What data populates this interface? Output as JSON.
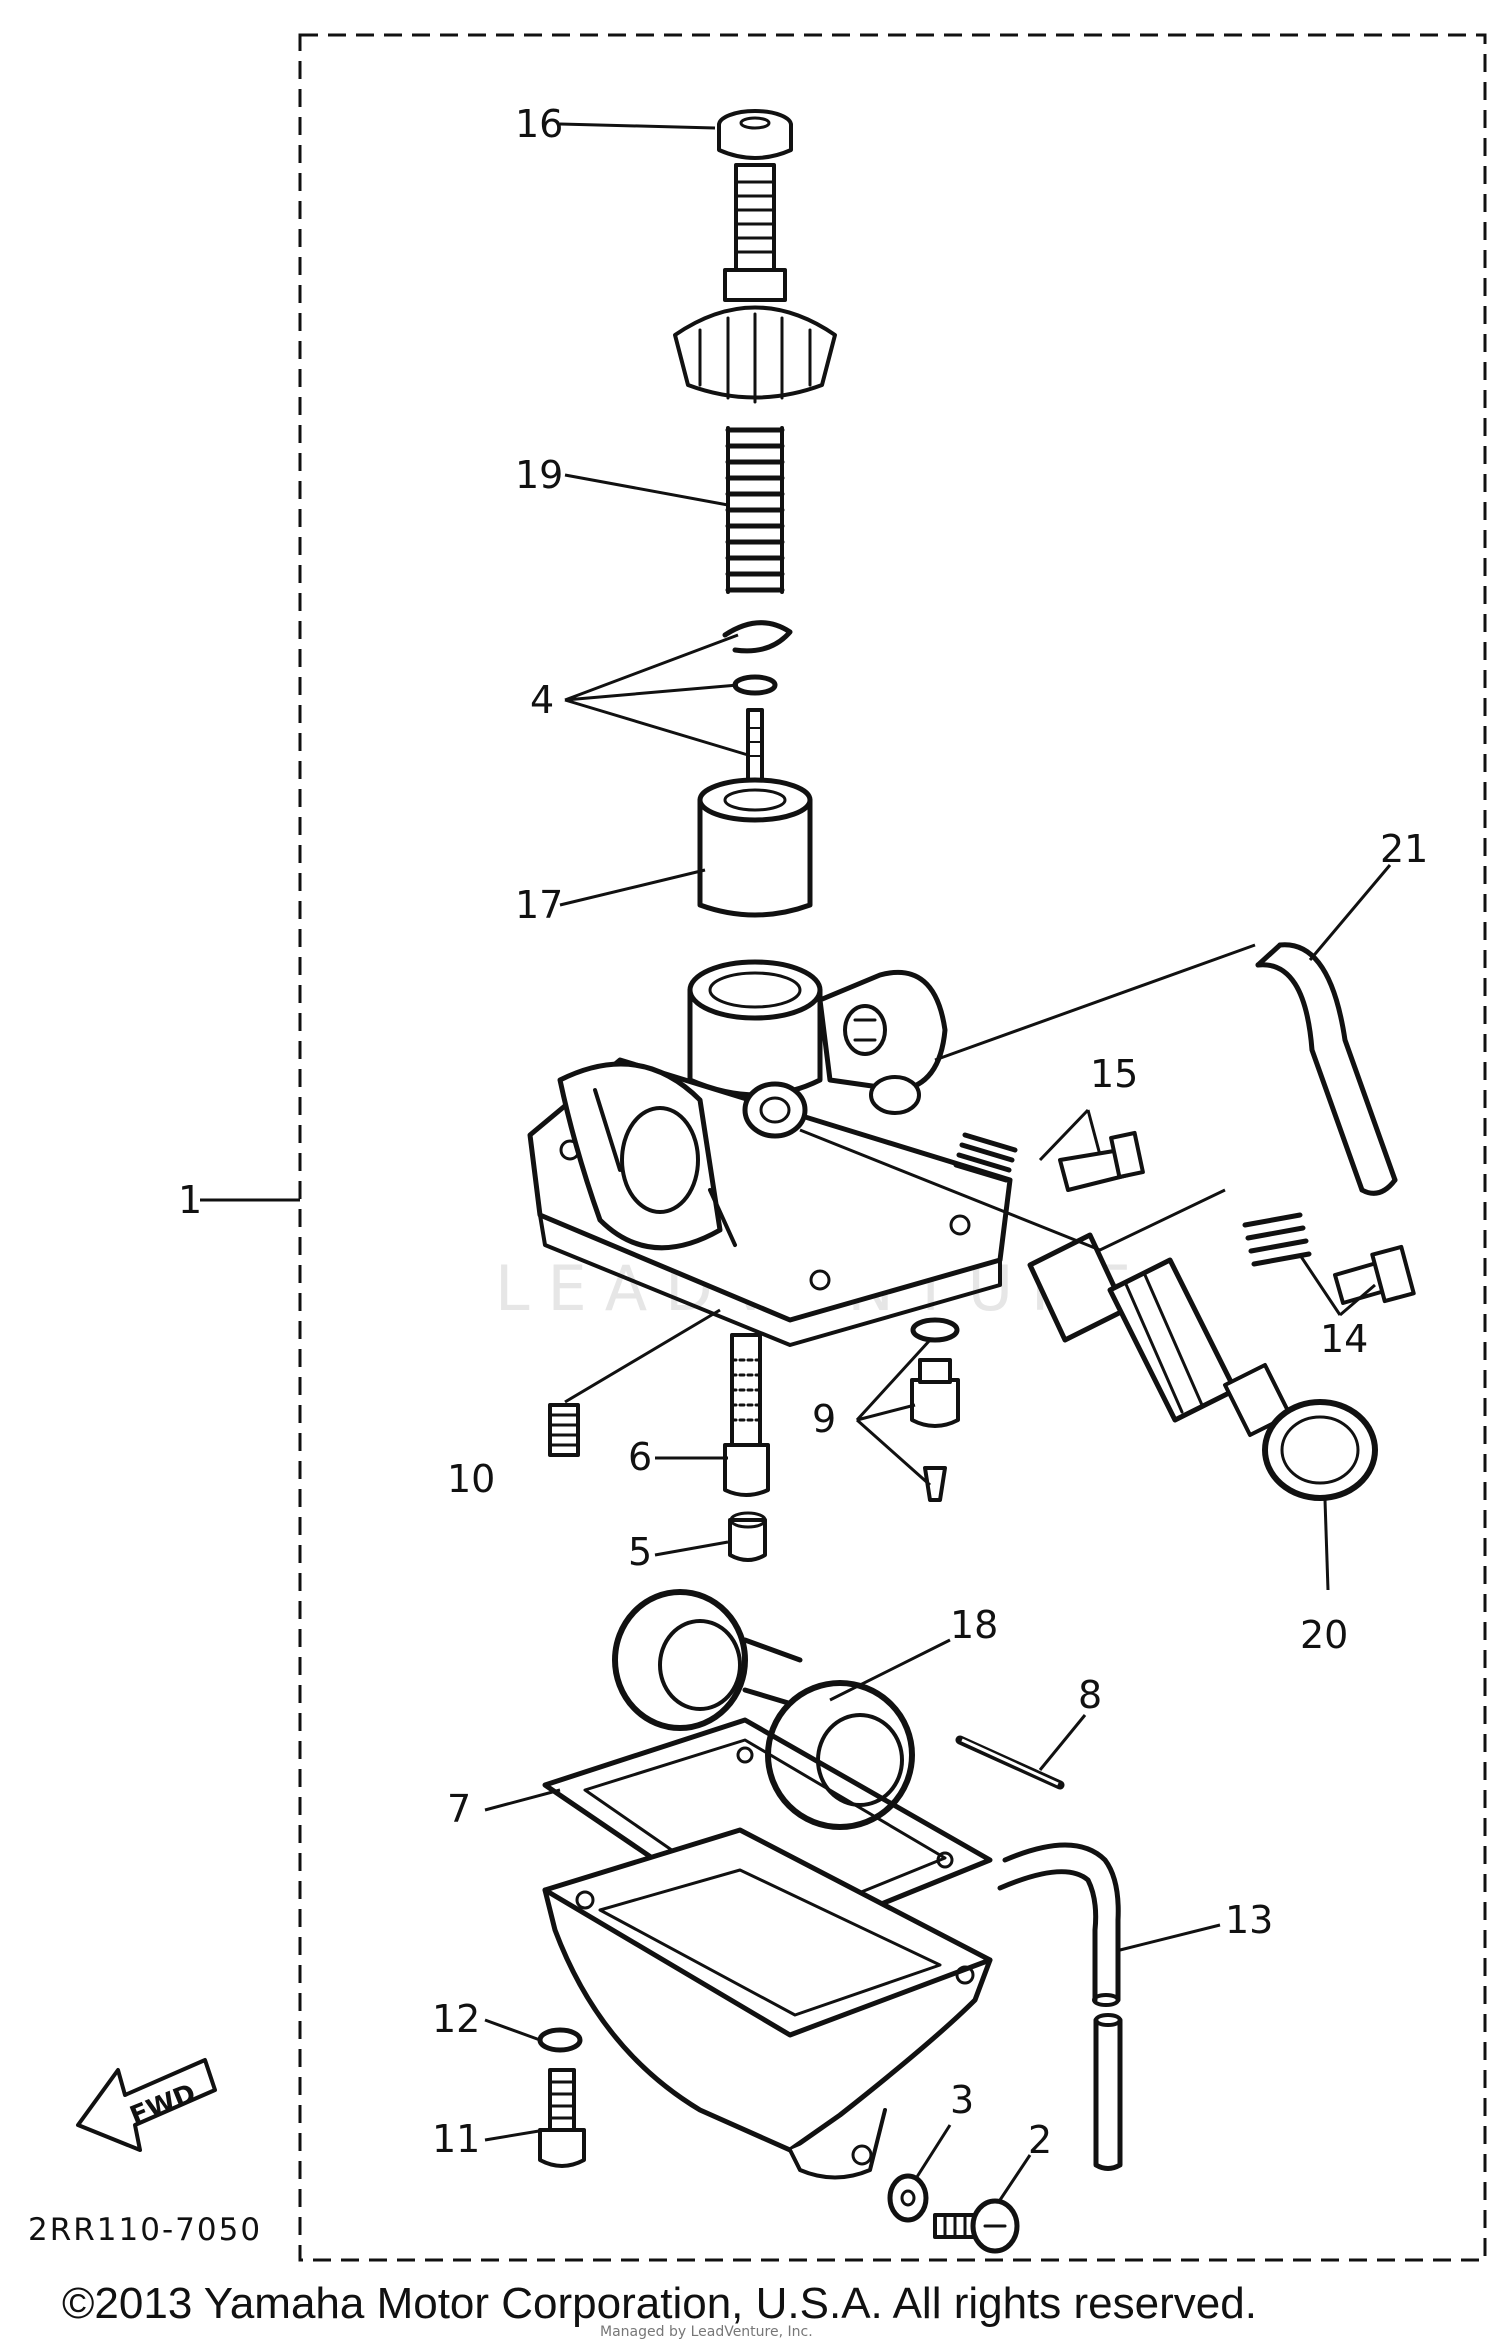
{
  "diagram": {
    "part_labels": [
      "1",
      "2",
      "3",
      "4",
      "5",
      "6",
      "7",
      "8",
      "9",
      "10",
      "11",
      "12",
      "13",
      "14",
      "15",
      "16",
      "17",
      "18",
      "19",
      "20",
      "21"
    ],
    "fwd_badge": "FWD",
    "diagram_code": "2RR110-7050",
    "watermark": "LEADVENTURE",
    "copyright": "©2013 Yamaha Motor Corporation, U.S.A. All rights reserved.",
    "small_credit": "Managed by LeadVenture, Inc."
  }
}
